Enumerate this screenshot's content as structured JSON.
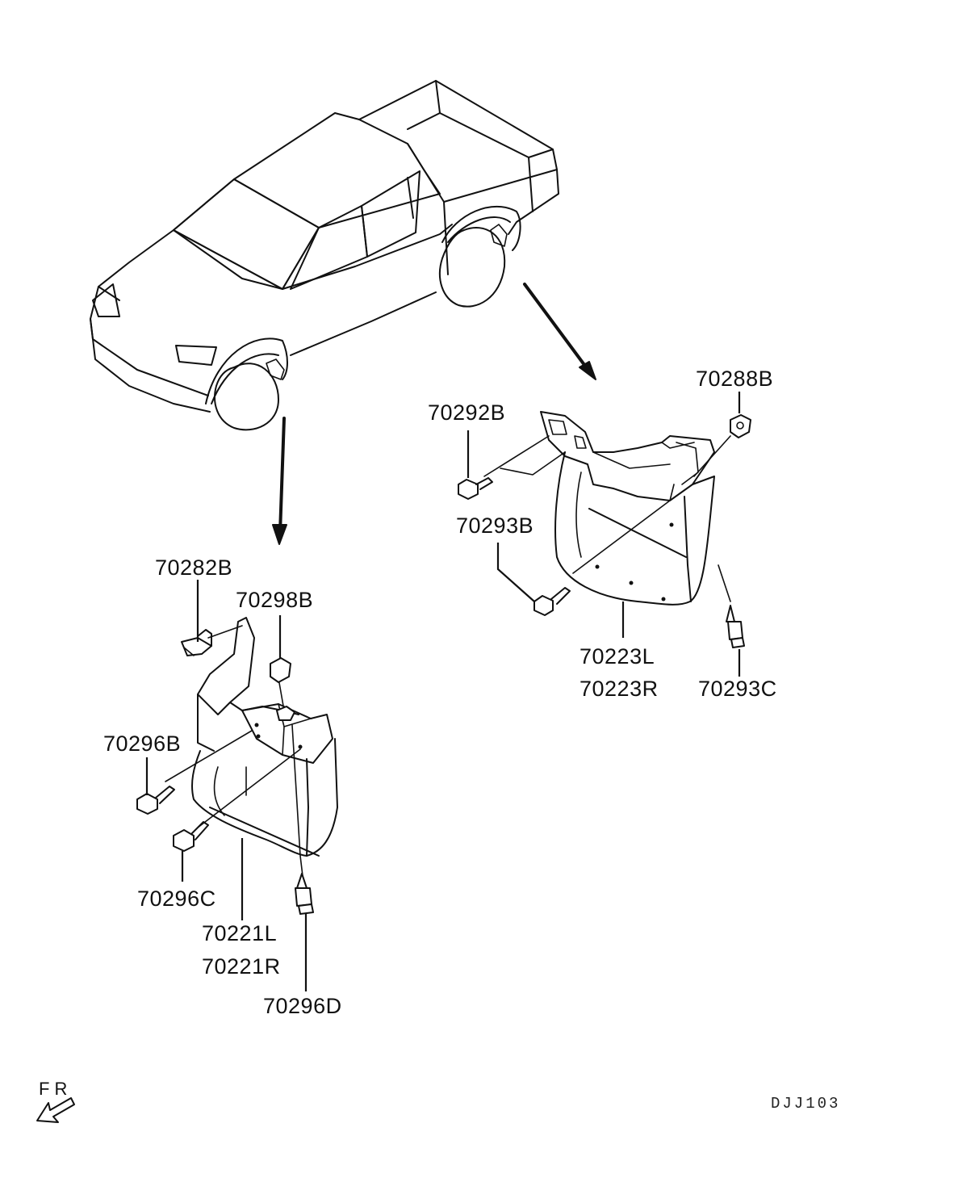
{
  "labels": {
    "p70288B": "70288B",
    "p70292B": "70292B",
    "p70293B": "70293B",
    "p70223L": "70223L",
    "p70223R": "70223R",
    "p70293C": "70293C",
    "p70282B": "70282B",
    "p70298B": "70298B",
    "p70296B": "70296B",
    "p70296C": "70296C",
    "p70221L": "70221L",
    "p70221R": "70221R",
    "p70296D": "70296D"
  },
  "direction_label": "FR",
  "diagram_code": "DJJ103",
  "colors": {
    "line": "#111111",
    "background": "#ffffff"
  }
}
